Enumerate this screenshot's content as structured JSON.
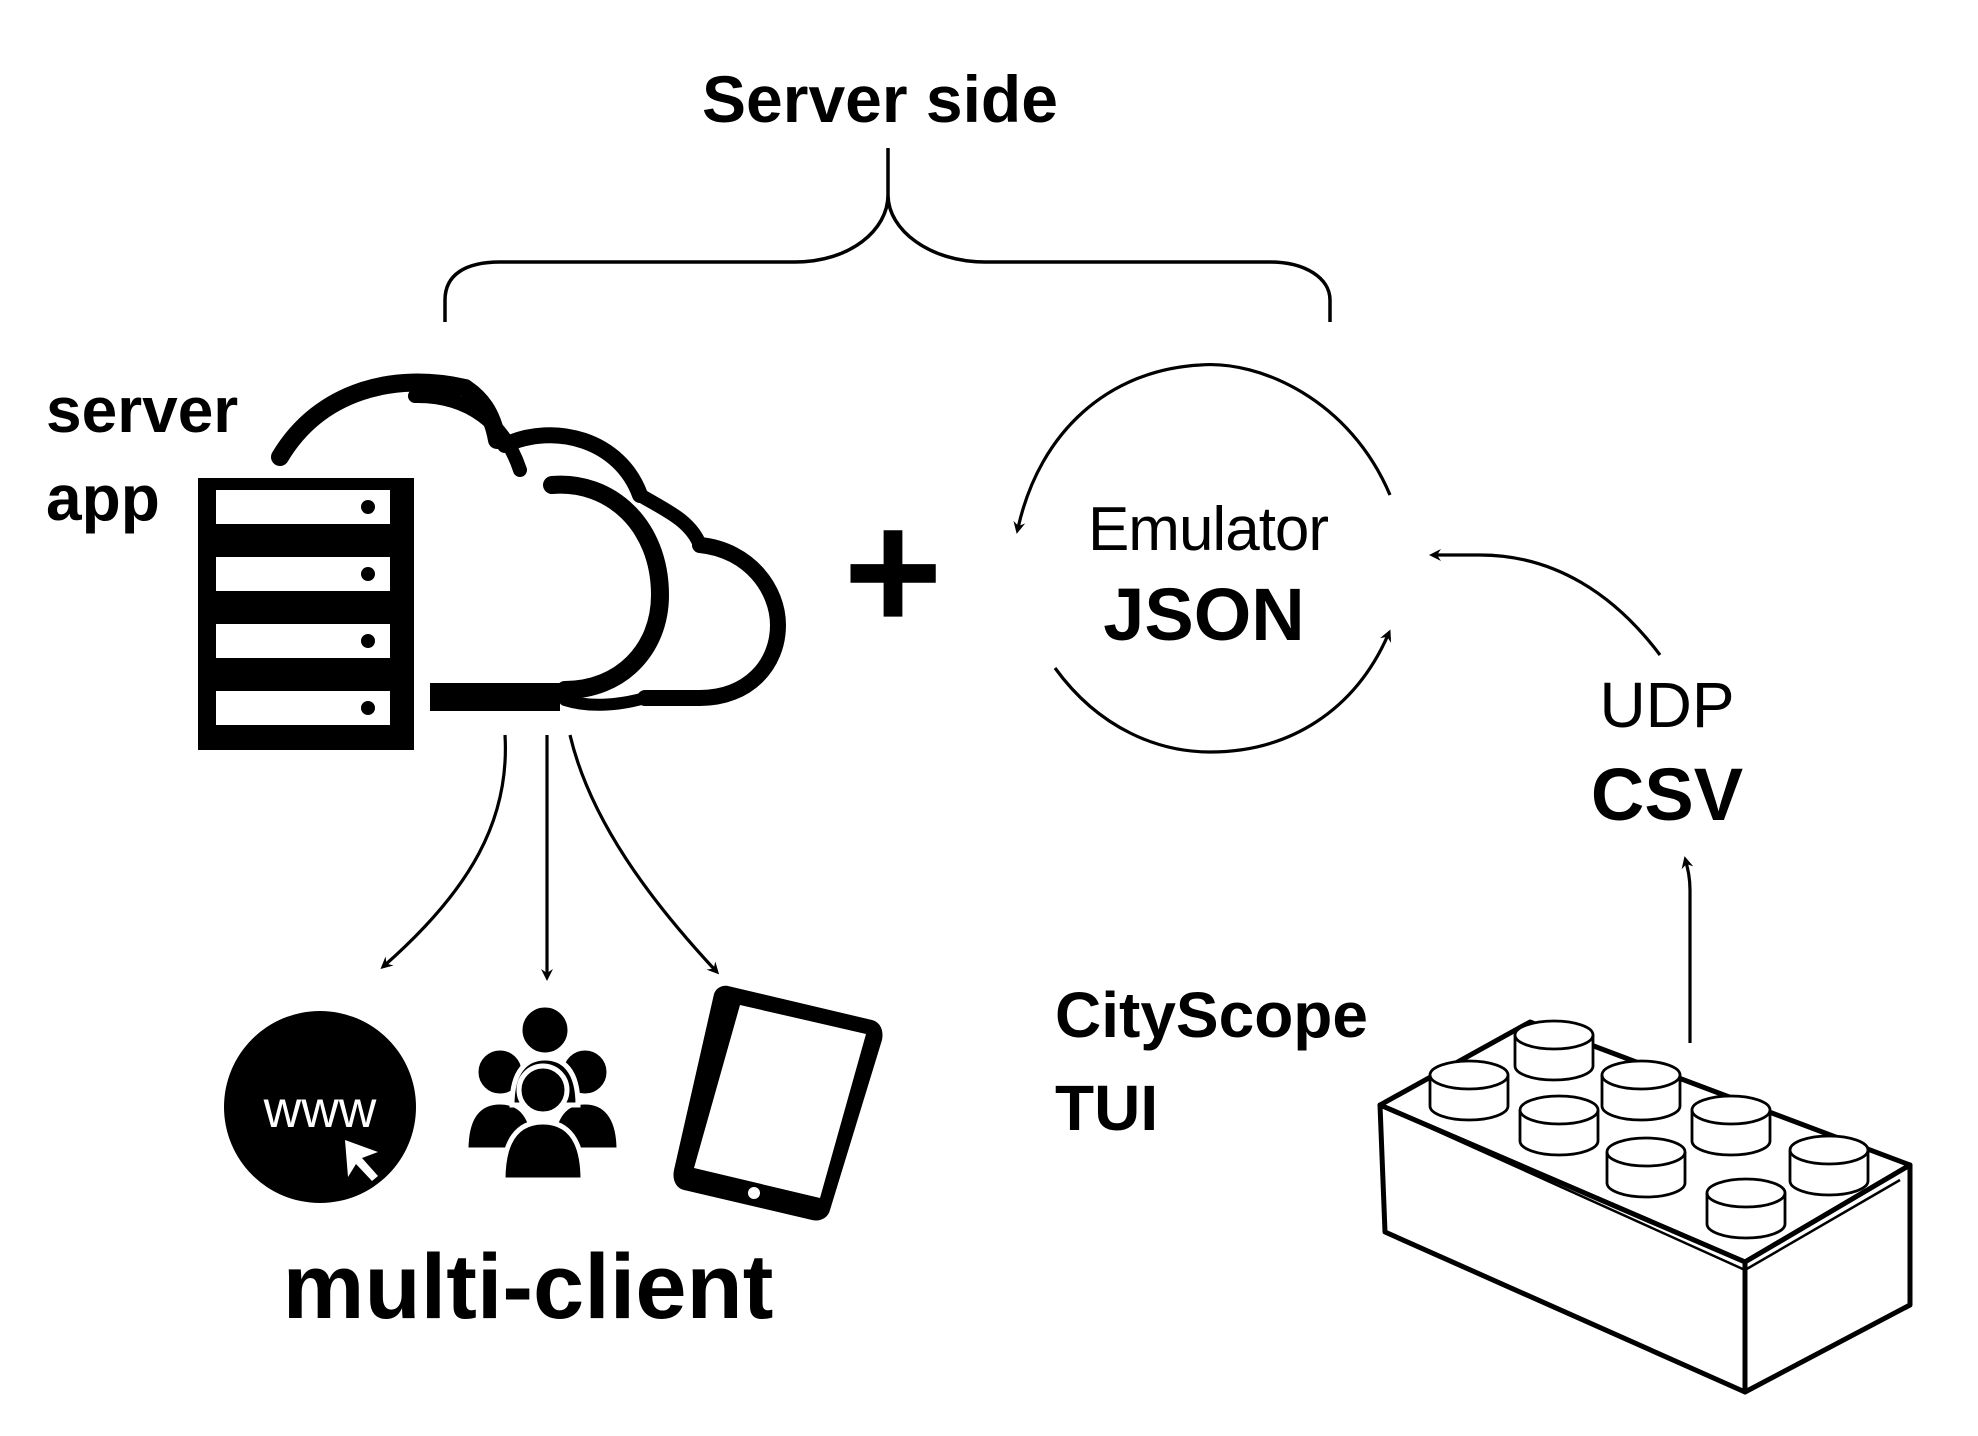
{
  "diagram": {
    "server_side_label": "Server side",
    "server_app_line1": "server",
    "server_app_line2": "app",
    "plus_sign": "+",
    "emulator_label": "Emulator",
    "json_label": "JSON",
    "udp_label": "UDP",
    "csv_label": "CSV",
    "cityscope_line1": "CityScope",
    "cityscope_line2": "TUI",
    "multi_client_label": "multi-client",
    "www_label": "www"
  },
  "icons": {
    "server": "server-rack-icon",
    "cloud": "cloud-icon",
    "globe": "web-globe-icon",
    "users": "users-group-icon",
    "tablet": "tablet-icon",
    "brick": "lego-brick-icon"
  }
}
